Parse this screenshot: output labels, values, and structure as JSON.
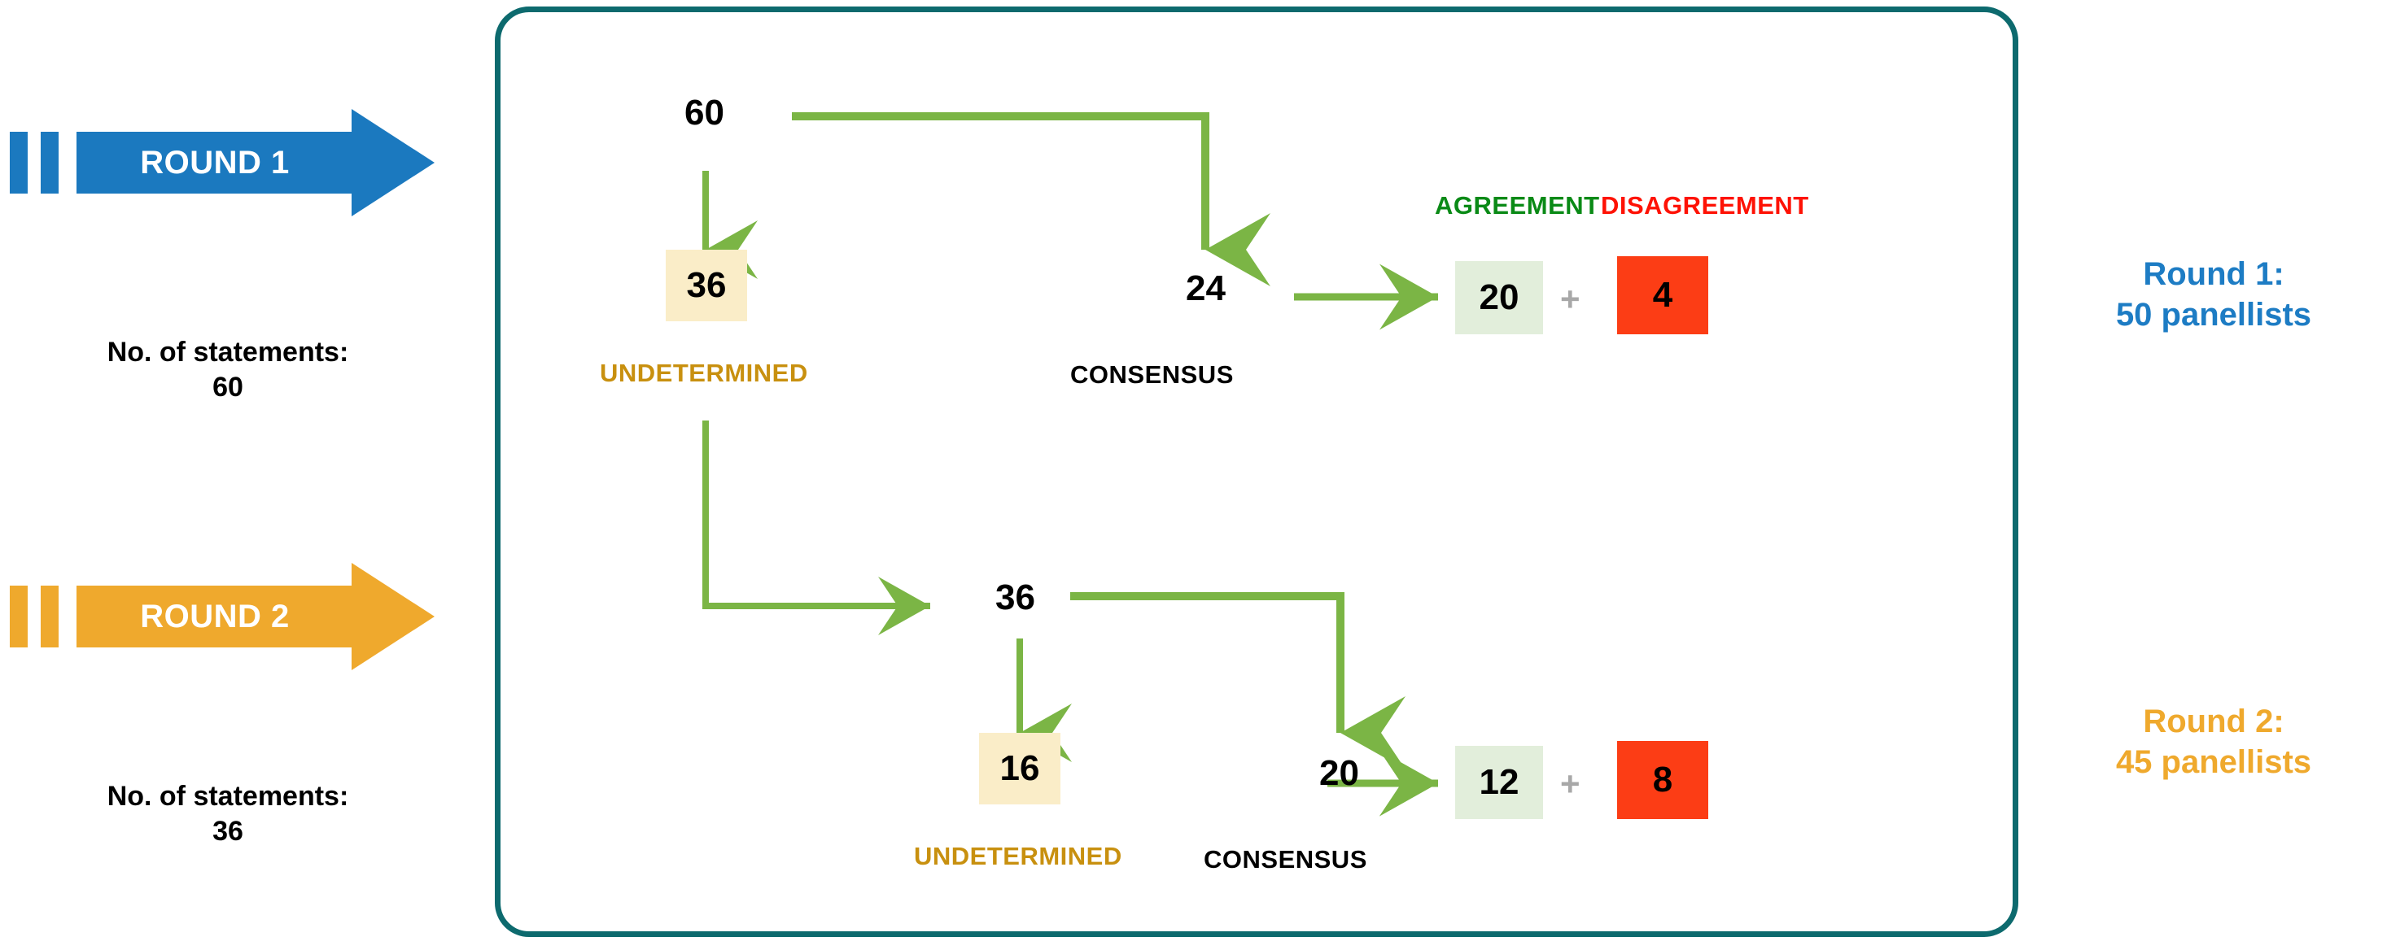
{
  "rounds": [
    {
      "arrow_label": "ROUND 1",
      "arrow_color": "#1b79bf",
      "statements_label": "No. of statements:",
      "statements_value": "60",
      "panellists_line1": "Round 1:",
      "panellists_line2": "50 panellists",
      "panellists_color": "#1d7cc4"
    },
    {
      "arrow_label": "ROUND 2",
      "arrow_color": "#efa92d",
      "statements_label": "No. of statements:",
      "statements_value": "36",
      "panellists_line1": "Round 2:",
      "panellists_line2": "45 panellists",
      "panellists_color": "#efa92d"
    }
  ],
  "column_headers": {
    "agreement": "AGREEMENT",
    "agreement_color": "#0a8a16",
    "disagreement": "DISAGREEMENT",
    "disagreement_color": "#fe1205"
  },
  "plus_symbol": "+",
  "flow": {
    "row1": {
      "input": "60",
      "undetermined_value": "36",
      "undetermined_caption": "UNDETERMINED",
      "consensus_value": "24",
      "consensus_caption": "CONSENSUS",
      "agreement_value": "20",
      "disagreement_value": "4"
    },
    "row2": {
      "input": "36",
      "undetermined_value": "16",
      "undetermined_caption": "UNDETERMINED",
      "consensus_value": "20",
      "consensus_caption": "CONSENSUS",
      "agreement_value": "12",
      "disagreement_value": "8"
    }
  },
  "chart_data": {
    "type": "diagram",
    "title": "Delphi consensus flow across two rounds",
    "nodes": [
      {
        "id": "r1-input",
        "label": "60",
        "round": 1,
        "role": "statements-in"
      },
      {
        "id": "r1-undetermined",
        "label": "36",
        "round": 1,
        "role": "undetermined",
        "fill": "#faedc8"
      },
      {
        "id": "r1-consensus",
        "label": "24",
        "round": 1,
        "role": "consensus"
      },
      {
        "id": "r1-agreement",
        "label": "20",
        "round": 1,
        "role": "agreement",
        "fill": "#e2eedb"
      },
      {
        "id": "r1-disagreement",
        "label": "4",
        "round": 1,
        "role": "disagreement",
        "fill": "#fc3d15"
      },
      {
        "id": "r2-input",
        "label": "36",
        "round": 2,
        "role": "statements-in"
      },
      {
        "id": "r2-undetermined",
        "label": "16",
        "round": 2,
        "role": "undetermined",
        "fill": "#faedc8"
      },
      {
        "id": "r2-consensus",
        "label": "20",
        "round": 2,
        "role": "consensus"
      },
      {
        "id": "r2-agreement",
        "label": "12",
        "round": 2,
        "role": "agreement",
        "fill": "#e2eedb"
      },
      {
        "id": "r2-disagreement",
        "label": "8",
        "round": 2,
        "role": "disagreement",
        "fill": "#fc3d15"
      }
    ],
    "edges": [
      {
        "from": "r1-input",
        "to": "r1-undetermined"
      },
      {
        "from": "r1-input",
        "to": "r1-consensus"
      },
      {
        "from": "r1-consensus",
        "to": "r1-agreement"
      },
      {
        "from": "r1-undetermined",
        "to": "r2-input"
      },
      {
        "from": "r2-input",
        "to": "r2-undetermined"
      },
      {
        "from": "r2-input",
        "to": "r2-consensus"
      },
      {
        "from": "r2-consensus",
        "to": "r2-agreement"
      }
    ],
    "edge_color": "#7bb545",
    "panellists": {
      "round1": 50,
      "round2": 45
    },
    "statements": {
      "round1": 60,
      "round2": 36
    }
  }
}
